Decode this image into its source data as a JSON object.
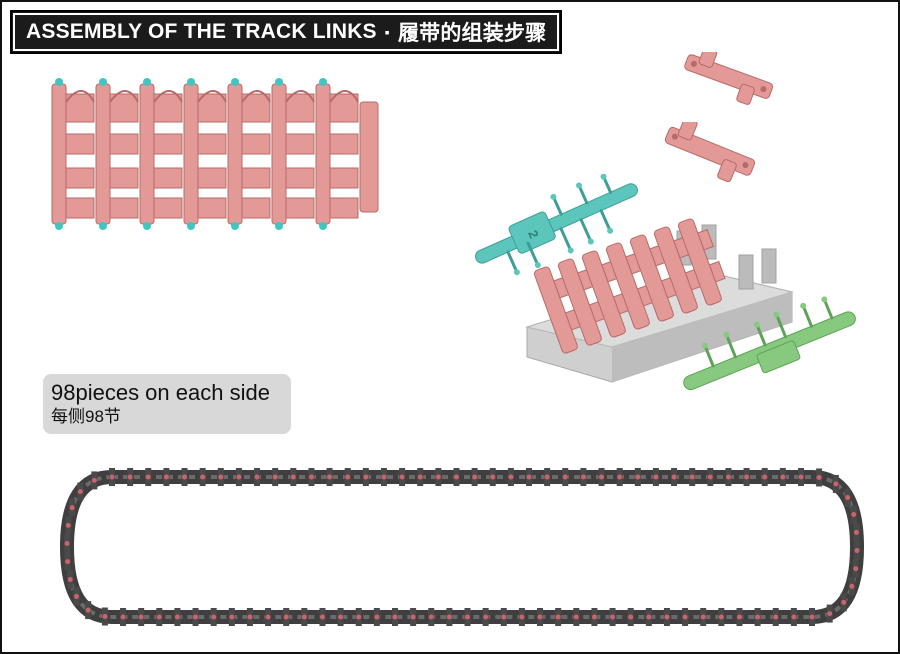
{
  "header": {
    "title_en": "ASSEMBLY OF THE TRACK LINKS",
    "separator": "▪",
    "title_cn": "履带的组装步骤"
  },
  "count_label": {
    "en": "98pieces on each side",
    "cn": "每侧98节"
  },
  "sprue_numbers": {
    "teal": "2"
  },
  "colors": {
    "link_pink": "#e39a96",
    "link_pink_dark": "#b86a68",
    "sprue_teal": "#5cc6bd",
    "sprue_green": "#86c97f",
    "jig_gray": "#cfcfcf",
    "track_dark": "#4a4a4a",
    "track_pin": "#c9646a",
    "pin_cyan": "#3fc6c0"
  }
}
